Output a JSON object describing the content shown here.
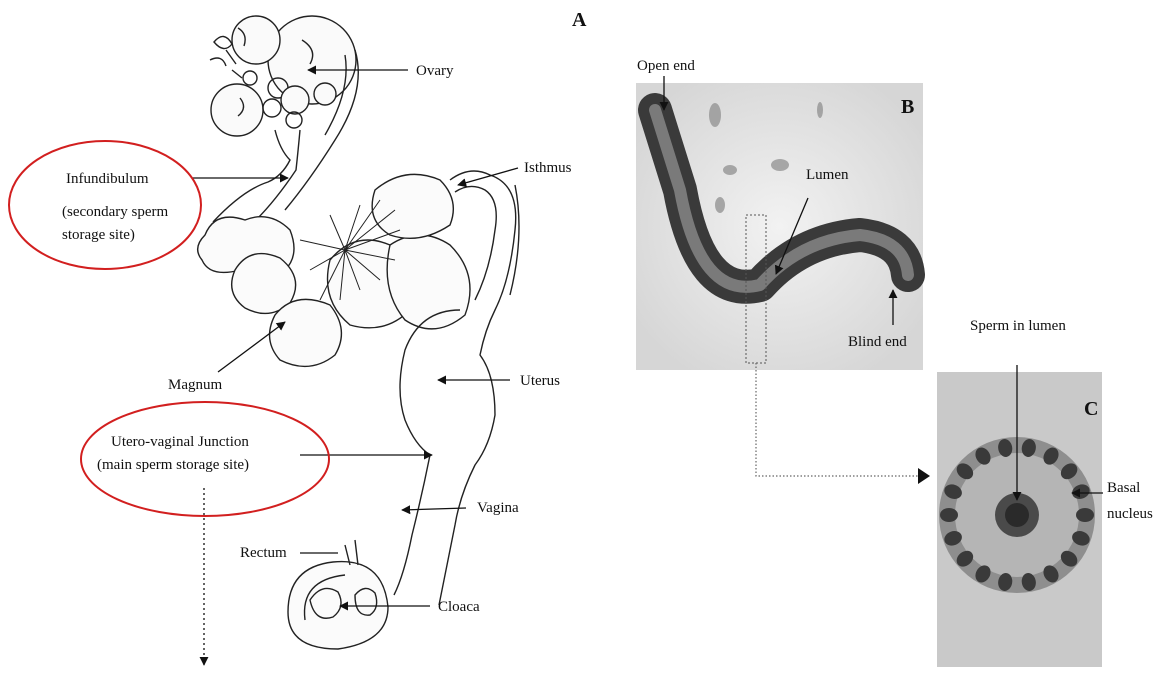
{
  "panel_a": {
    "letter": "A",
    "labels": {
      "ovary": "Ovary",
      "infundibulum": "Infundibulum",
      "infundibulum_note_1": "(secondary sperm",
      "infundibulum_note_2": "storage site)",
      "isthmus": "Isthmus",
      "magnum": "Magnum",
      "uterus": "Uterus",
      "uvj_1": "Utero-vaginal Junction",
      "uvj_2": "(main sperm storage site)",
      "vagina": "Vagina",
      "rectum": "Rectum",
      "cloaca": "Cloaca"
    },
    "highlight_color": "#d21f1f"
  },
  "panel_b": {
    "letter": "B",
    "labels": {
      "open_end": "Open end",
      "lumen": "Lumen",
      "blind_end": "Blind end"
    }
  },
  "panel_c": {
    "letter": "C",
    "labels": {
      "sperm_in_lumen": "Sperm in lumen",
      "basal_1": "Basal",
      "basal_2": "nucleus"
    }
  }
}
